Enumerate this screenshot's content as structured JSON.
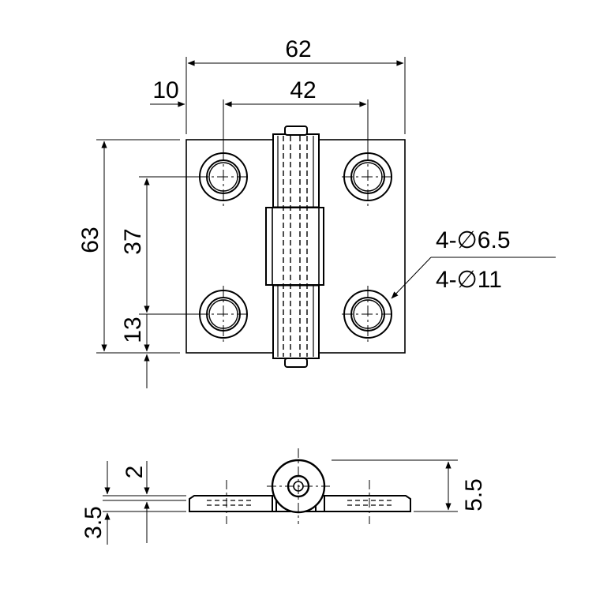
{
  "drawing": {
    "type": "hinge-technical-drawing",
    "top_view": {
      "dim_overall_width": "62",
      "dim_edge_offset": "10",
      "dim_hole_spacing_x": "42",
      "dim_overall_height": "63",
      "dim_hole_spacing_y": "37",
      "dim_hole_edge_y": "13",
      "callout_hole_small": "4-∅6.5",
      "callout_hole_large": "4-∅11"
    },
    "side_view": {
      "dim_plate_gap": "2",
      "dim_plate_thickness": "3.5",
      "dim_knuckle_height": "5.5"
    },
    "colors": {
      "line": "#000000",
      "background": "#ffffff"
    }
  }
}
